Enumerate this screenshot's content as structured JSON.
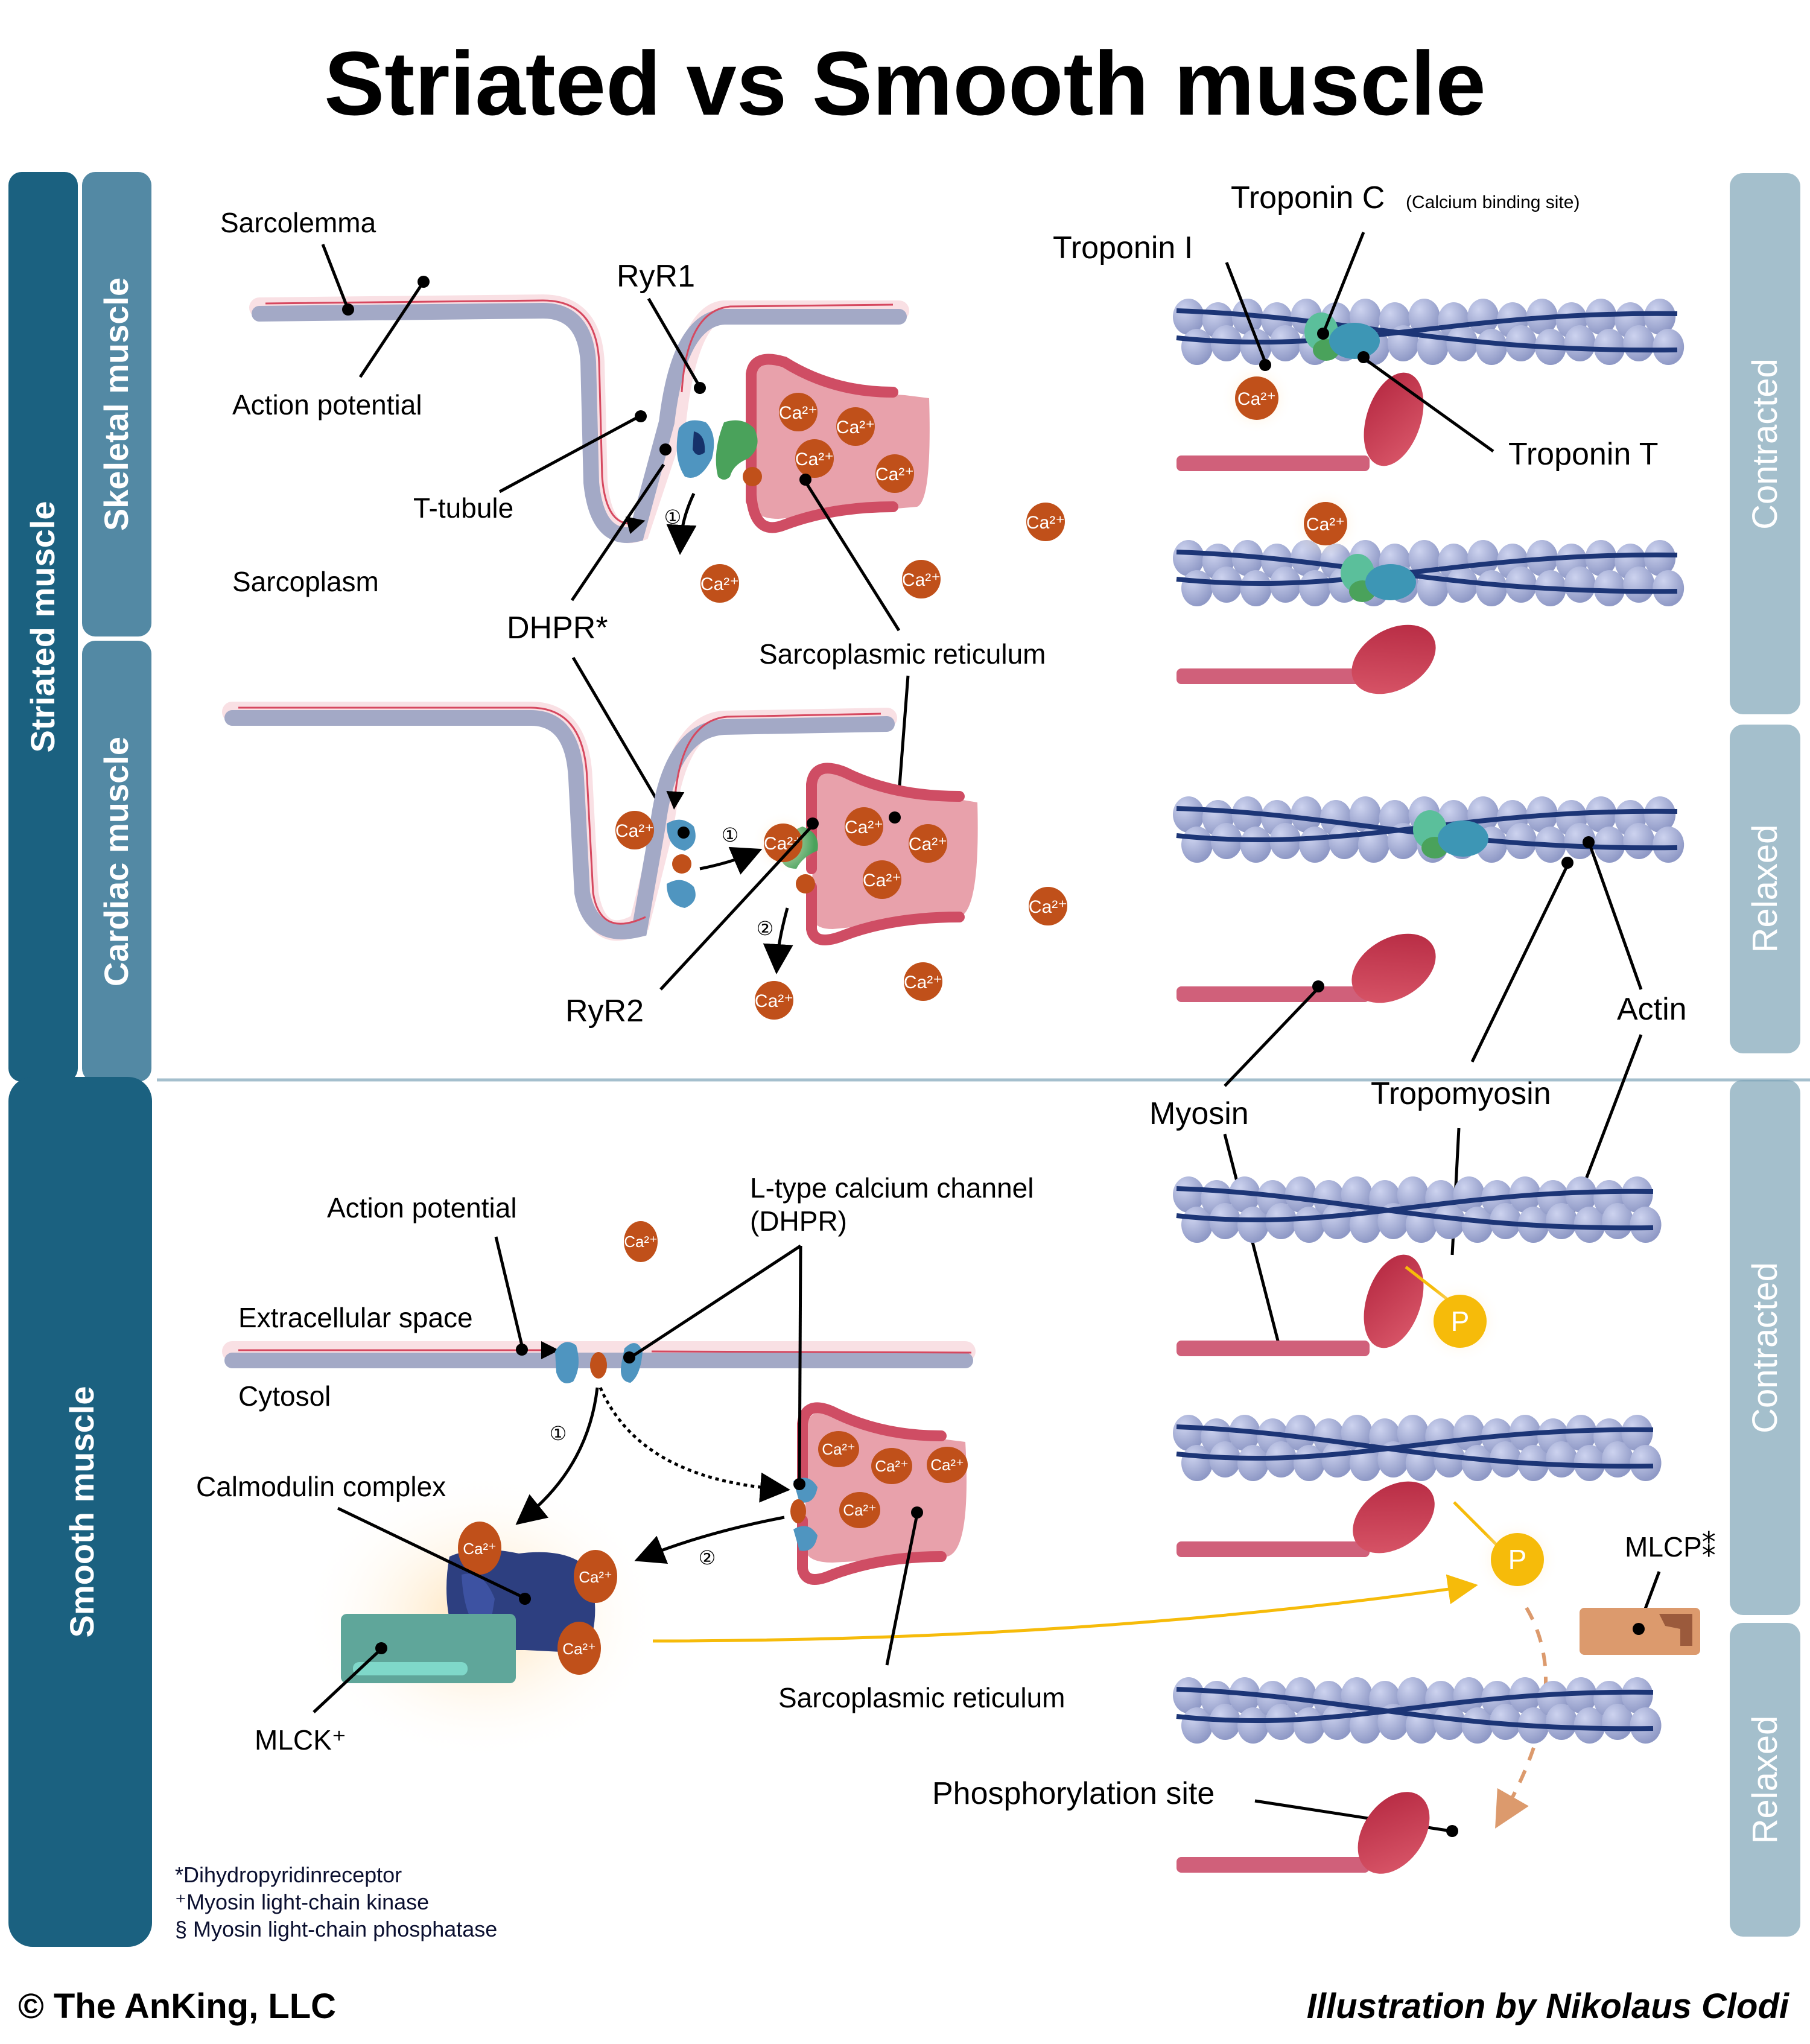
{
  "title": "Striated vs Smooth muscle",
  "side_labels": {
    "striated": "Striated muscle",
    "skeletal": "Skeletal muscle",
    "cardiac": "Cardiac muscle",
    "smooth": "Smooth muscle"
  },
  "state_labels": {
    "contracted_top": "Contracted",
    "relaxed_top": "Relaxed",
    "contracted_bottom": "Contracted",
    "relaxed_bottom": "Relaxed"
  },
  "skeletal": {
    "sarcolemma": "Sarcolemma",
    "action_potential": "Action potential",
    "t_tubule": "T-tubule",
    "sarcoplasm": "Sarcoplasm",
    "ryr1": "RyR1",
    "dhpr": "DHPR*",
    "sarcoplasmic_reticulum": "Sarcoplasmic reticulum",
    "step1": "①"
  },
  "cardiac": {
    "ryr2": "RyR2",
    "step1": "①",
    "step2": "②"
  },
  "troponin": {
    "troponin_c": "Troponin C",
    "troponin_c_note": "(Calcium binding site)",
    "troponin_i": "Troponin I",
    "troponin_t": "Troponin T",
    "myosin": "Myosin",
    "tropomyosin": "Tropomyosin",
    "actin": "Actin"
  },
  "smooth": {
    "action_potential": "Action potential",
    "l_type_channel": "L-type calcium channel",
    "l_type_channel_alt": "(DHPR)",
    "extracellular": "Extracellular space",
    "cytosol": "Cytosol",
    "calmodulin": "Calmodulin complex",
    "mlck": "MLCK⁺",
    "sarcoplasmic_reticulum": "Sarcoplasmic reticulum",
    "phosphorylation_site": "Phosphorylation site",
    "mlcp": "MLCP⁑",
    "phosphate": "P",
    "step1": "①",
    "step2": "②"
  },
  "ion_label": "Ca²⁺",
  "footnotes": [
    "*Dihydropyridinreceptor",
    "⁺Myosin light-chain kinase",
    "§ Myosin light-chain phosphatase"
  ],
  "credits": {
    "copyright": "© The AnKing, LLC",
    "illustrator": "Illustration by Nikolaus Clodi"
  },
  "colors": {
    "striated_dark": "#1b6180",
    "skeletal_mid": "#5389a4",
    "state_panel": "#a4bfcc",
    "calcium": "#c0501a",
    "phosphate": "#f6bb0a",
    "membrane": "#a3a9c6",
    "sr_fill": "#e8a1ab",
    "sr_edge": "#cf4d64",
    "actin": "#aeb6dc",
    "tropomyosin": "#1c3576",
    "myosin": "#c8384f",
    "mlck": "#5fa69a",
    "calmodulin": "#2d3f80",
    "mlcp": "#dc9a6d"
  }
}
